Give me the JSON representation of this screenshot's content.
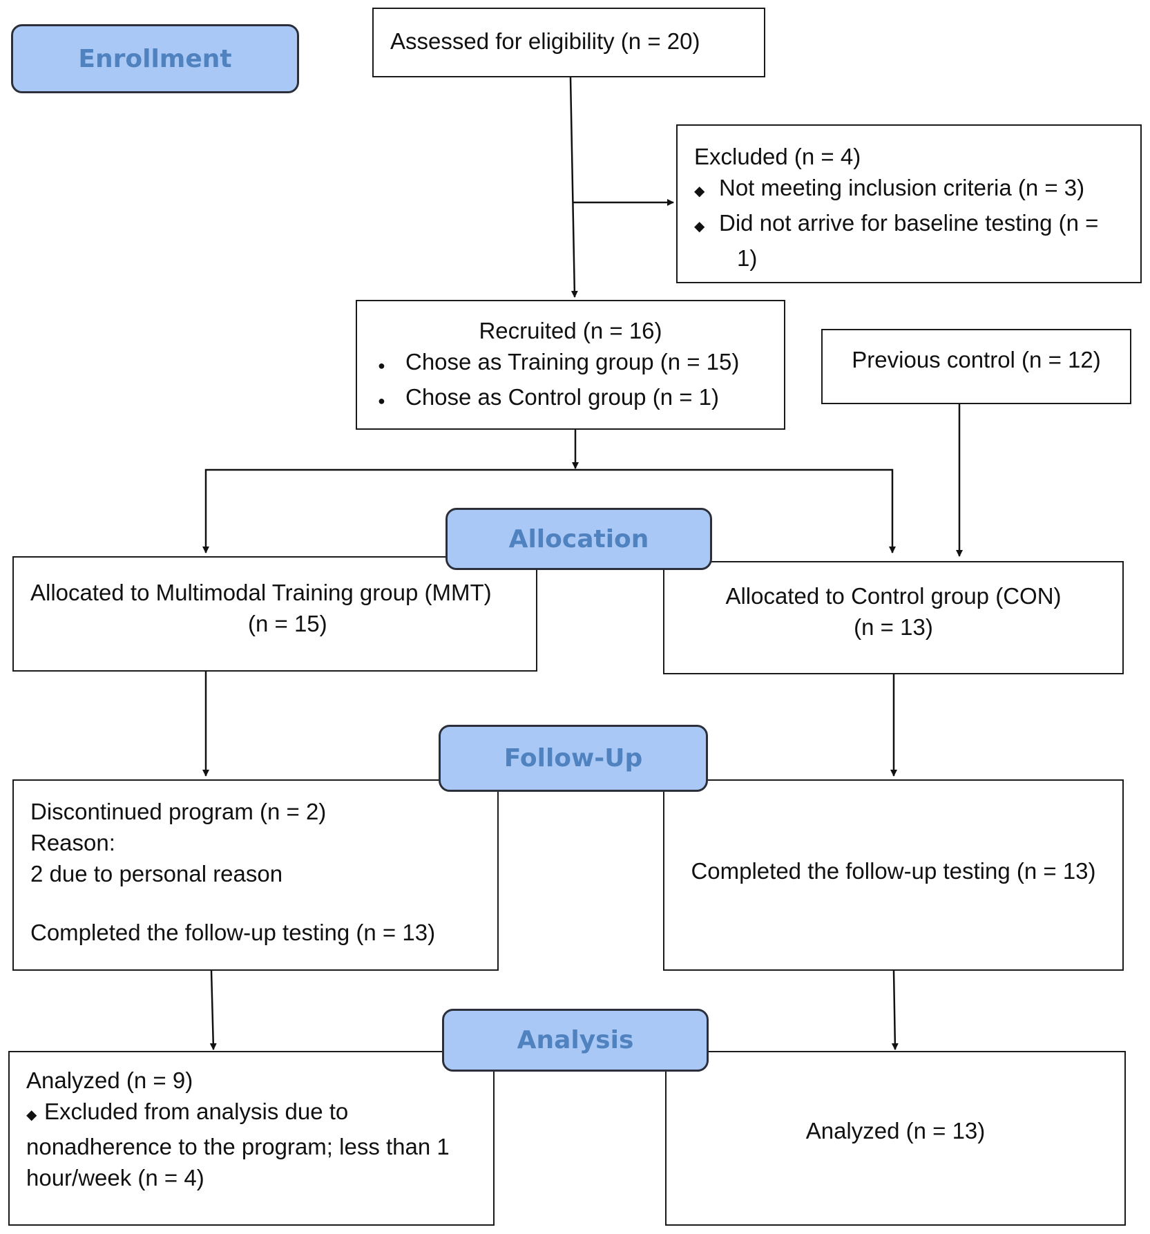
{
  "stages": {
    "enrollment": "Enrollment",
    "allocation": "Allocation",
    "follow_up": "Follow-Up",
    "analysis": "Analysis"
  },
  "assessed": "Assessed for eligibility (n = 20)",
  "excluded": {
    "title": "Excluded (n = 4)",
    "bullet_glyph": "◆",
    "item1": "Not meeting inclusion criteria (n = 3)",
    "item2_line1": "Did not arrive for baseline testing (n =",
    "item2_line2": "1)"
  },
  "recruited": {
    "title": "Recruited  (n = 16)",
    "bullet_glyph": "●",
    "item1": "Chose as Training  group (n = 15)",
    "item2": "Chose as Control group (n = 1)"
  },
  "previous_control": "Previous control (n = 12)",
  "allocated_mmt": {
    "line1": "Allocated to Multimodal Training  group (MMT)",
    "line2": "(n = 15)"
  },
  "allocated_con": {
    "line1": "Allocated to Control group (CON)",
    "line2": "(n = 13)"
  },
  "followup_mmt": {
    "line1": "Discontinued program (n = 2)",
    "line2": "Reason:",
    "line3": "2 due to personal reason",
    "line4": "Completed the follow-up testing (n = 13)"
  },
  "followup_con": "Completed the follow-up testing (n = 13)",
  "analysis_mmt": {
    "line1": "Analyzed  (n = 9)",
    "bullet_glyph": "◆",
    "line2": "Excluded from analysis due to",
    "line3": "nonadherence  to the program; less than 1",
    "line4": "hour/week  (n = 4)"
  },
  "analysis_con": "Analyzed  (n = 13)"
}
